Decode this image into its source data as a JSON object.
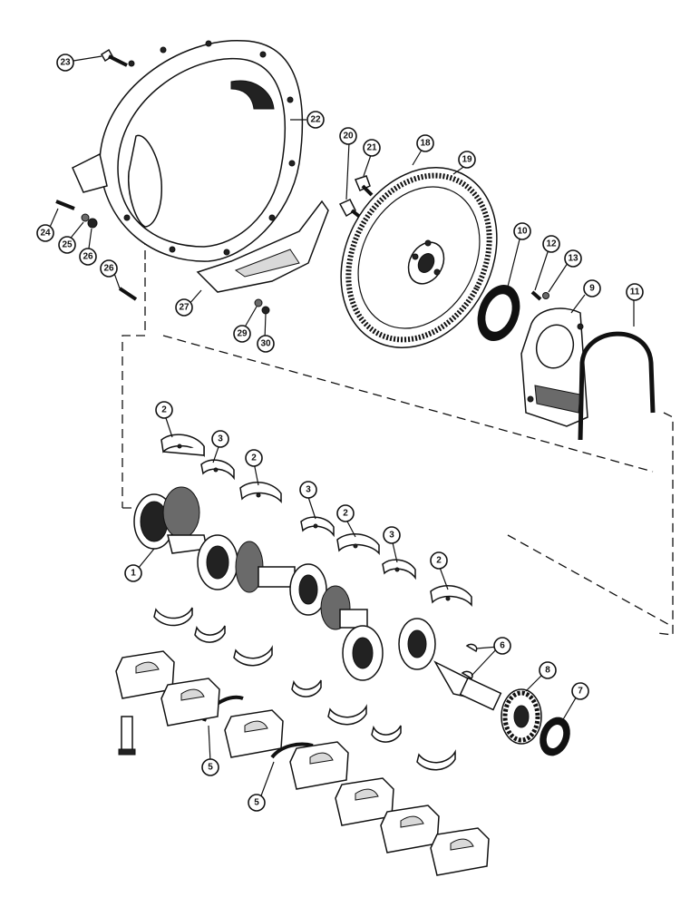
{
  "callouts": {
    "c23": "23",
    "c22": "22",
    "c24": "24",
    "c25": "25",
    "c26a": "26",
    "c26b": "26",
    "c27": "27",
    "c29": "29",
    "c30": "30",
    "c20": "20",
    "c21": "21",
    "c18": "18",
    "c19": "19",
    "c10": "10",
    "c12": "12",
    "c13": "13",
    "c9": "9",
    "c11": "11",
    "c2a": "2",
    "c3a": "3",
    "c2b": "2",
    "c3b": "3",
    "c2c": "2",
    "c3c": "3",
    "c2d": "2",
    "c1": "1",
    "c6": "6",
    "c8": "8",
    "c7": "7",
    "c5a": "5",
    "c5b": "5"
  },
  "colors": {
    "ink": "#111111",
    "paper": "#ffffff",
    "shade": "#222222"
  }
}
